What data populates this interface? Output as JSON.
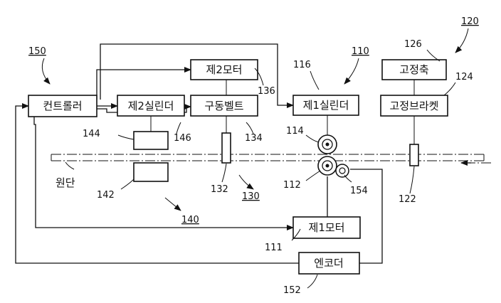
{
  "boxes": {
    "controller": "컨트롤러",
    "second_cylinder": "제2실린더",
    "second_motor": "제2모터",
    "drive_belt": "구동벨트",
    "first_cylinder": "제1실린더",
    "fixed_shaft": "고정축",
    "fixed_bracket": "고정브라켓",
    "first_motor": "제1모터",
    "encoder": "엔코더"
  },
  "labels": {
    "fabric": "원단"
  },
  "refs": {
    "r150": "150",
    "r110": "110",
    "r120": "120",
    "r130": "130",
    "r140": "140",
    "r111": "111",
    "r112": "112",
    "r114": "114",
    "r116": "116",
    "r122": "122",
    "r124": "124",
    "r126": "126",
    "r132": "132",
    "r134": "134",
    "r136": "136",
    "r142": "142",
    "r144": "144",
    "r146": "146",
    "r152": "152",
    "r154": "154"
  }
}
